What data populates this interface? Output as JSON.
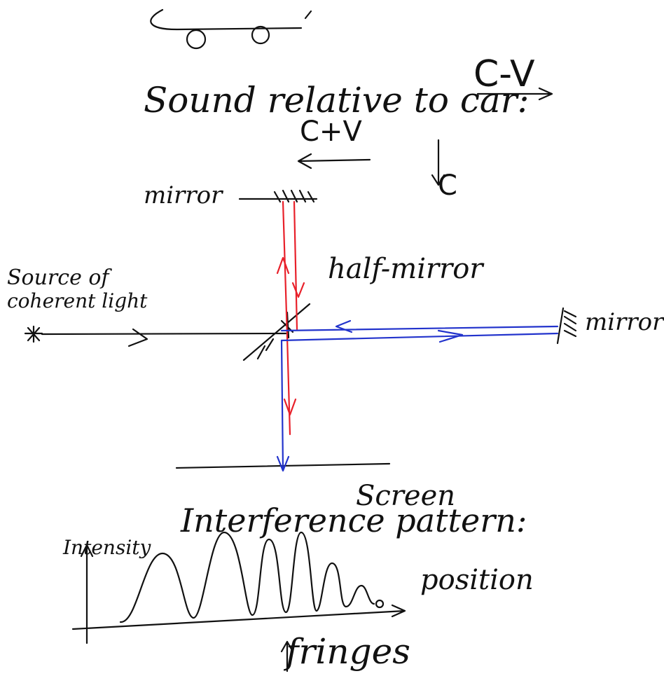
{
  "labels": {
    "sound_relative": "Sound relative to car:",
    "c_minus_v": "C-V",
    "c_plus_v": "C+V",
    "c": "C",
    "mirror_top": "mirror",
    "half_mirror": "half-mirror",
    "source_line1": "Source of",
    "source_line2": "coherent light",
    "mirror_right": "mirror",
    "screen": "Screen",
    "interference": "Interference pattern:",
    "intensity": "Intensity",
    "position": "position",
    "fringes": "fringes"
  },
  "colors": {
    "ink": "#111111",
    "red_ray": "#e8202a",
    "blue_ray": "#2233cc"
  }
}
